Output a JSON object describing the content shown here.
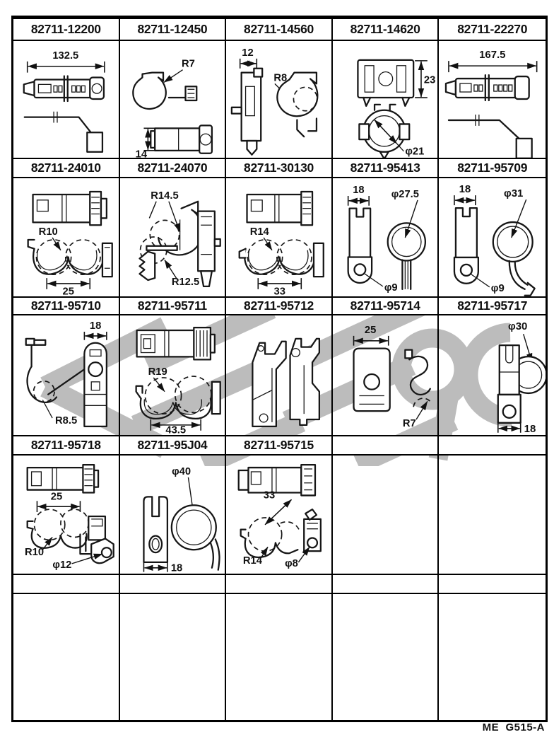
{
  "footer": {
    "code": "ME  G515-A"
  },
  "colors": {
    "ink": "#111111",
    "watermark": "#bcbcbc",
    "paper": "#ffffff"
  },
  "cells": [
    {
      "part": "82711-12200",
      "dims": [
        "132.5"
      ]
    },
    {
      "part": "82711-12450",
      "dims": [
        "R7",
        "14"
      ]
    },
    {
      "part": "82711-14560",
      "dims": [
        "12",
        "R8"
      ]
    },
    {
      "part": "82711-14620",
      "dims": [
        "23",
        "φ21"
      ]
    },
    {
      "part": "82711-22270",
      "dims": [
        "167.5"
      ]
    },
    {
      "part": "82711-24010",
      "dims": [
        "R10",
        "25"
      ]
    },
    {
      "part": "82711-24070",
      "dims": [
        "R14.5",
        "R12.5"
      ]
    },
    {
      "part": "82711-30130",
      "dims": [
        "R14",
        "33"
      ]
    },
    {
      "part": "82711-95413",
      "dims": [
        "18",
        "φ27.5",
        "φ9"
      ]
    },
    {
      "part": "82711-95709",
      "dims": [
        "18",
        "φ31",
        "φ9"
      ]
    },
    {
      "part": "82711-95710",
      "dims": [
        "18",
        "R8.5"
      ]
    },
    {
      "part": "82711-95711",
      "dims": [
        "R19",
        "43.5"
      ]
    },
    {
      "part": "82711-95712",
      "dims": []
    },
    {
      "part": "82711-95714",
      "dims": [
        "25",
        "R7"
      ]
    },
    {
      "part": "82711-95717",
      "dims": [
        "φ30",
        "18"
      ]
    },
    {
      "part": "82711-95718",
      "dims": [
        "25",
        "R10",
        "φ12"
      ]
    },
    {
      "part": "82711-95J04",
      "dims": [
        "φ40",
        "18"
      ]
    },
    {
      "part": "82711-95715",
      "dims": [
        "33",
        "R14",
        "φ8"
      ]
    },
    {
      "part": "",
      "dims": []
    },
    {
      "part": "",
      "dims": []
    }
  ]
}
